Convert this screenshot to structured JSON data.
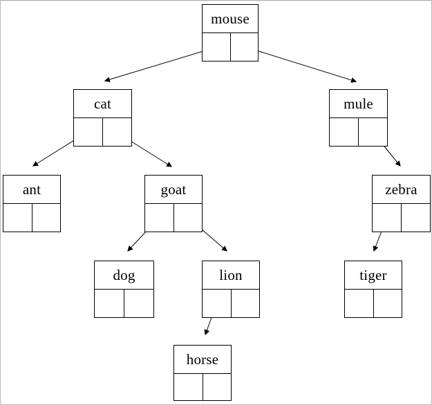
{
  "diagram": {
    "type": "binary-tree",
    "background_color": "#ffffff",
    "line_color": "#000000",
    "border_color": "#b9b9b9"
  },
  "nodes": [
    {
      "id": "mouse",
      "label": "mouse",
      "left_child": "cat",
      "right_child": "mule"
    },
    {
      "id": "cat",
      "label": "cat",
      "left_child": "ant",
      "right_child": "goat"
    },
    {
      "id": "mule",
      "label": "mule",
      "left_child": null,
      "right_child": "zebra"
    },
    {
      "id": "ant",
      "label": "ant",
      "left_child": null,
      "right_child": null
    },
    {
      "id": "goat",
      "label": "goat",
      "left_child": "dog",
      "right_child": "lion"
    },
    {
      "id": "zebra",
      "label": "zebra",
      "left_child": "tiger",
      "right_child": null
    },
    {
      "id": "dog",
      "label": "dog",
      "left_child": null,
      "right_child": null
    },
    {
      "id": "lion",
      "label": "lion",
      "left_child": "horse",
      "right_child": null
    },
    {
      "id": "tiger",
      "label": "tiger",
      "left_child": null,
      "right_child": null
    },
    {
      "id": "horse",
      "label": "horse",
      "left_child": null,
      "right_child": null
    }
  ],
  "edges": [
    {
      "from": "mouse",
      "pointer": "left",
      "to": "cat"
    },
    {
      "from": "mouse",
      "pointer": "right",
      "to": "mule"
    },
    {
      "from": "cat",
      "pointer": "left",
      "to": "ant"
    },
    {
      "from": "cat",
      "pointer": "right",
      "to": "goat"
    },
    {
      "from": "mule",
      "pointer": "right",
      "to": "zebra"
    },
    {
      "from": "goat",
      "pointer": "left",
      "to": "dog"
    },
    {
      "from": "goat",
      "pointer": "right",
      "to": "lion"
    },
    {
      "from": "zebra",
      "pointer": "left",
      "to": "tiger"
    },
    {
      "from": "lion",
      "pointer": "left",
      "to": "horse"
    }
  ]
}
